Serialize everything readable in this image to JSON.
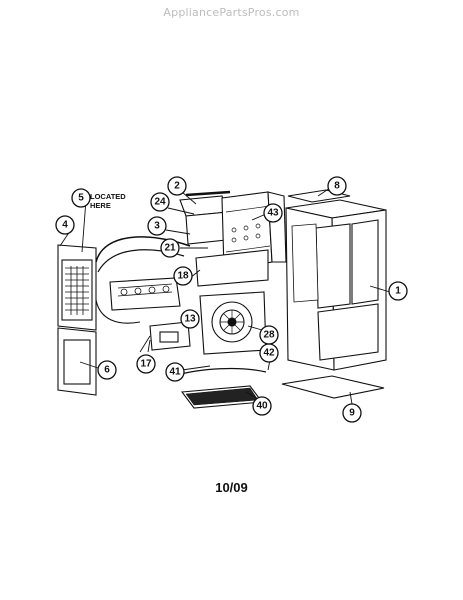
{
  "watermark": "AppliancePartsPros.com",
  "date_code": "10/09",
  "located_here_note": [
    "LOCATED",
    "HERE"
  ],
  "callouts": [
    {
      "id": "c2",
      "label": "2"
    },
    {
      "id": "c24",
      "label": "24"
    },
    {
      "id": "c3",
      "label": "3"
    },
    {
      "id": "c21",
      "label": "21"
    },
    {
      "id": "c18",
      "label": "18"
    },
    {
      "id": "c13",
      "label": "13"
    },
    {
      "id": "c17",
      "label": "17"
    },
    {
      "id": "c41",
      "label": "41"
    },
    {
      "id": "c40",
      "label": "40"
    },
    {
      "id": "c42",
      "label": "42"
    },
    {
      "id": "c28",
      "label": "28"
    },
    {
      "id": "c43",
      "label": "43"
    },
    {
      "id": "c8",
      "label": "8"
    },
    {
      "id": "c1",
      "label": "1"
    },
    {
      "id": "c9",
      "label": "9"
    },
    {
      "id": "c4",
      "label": "4"
    },
    {
      "id": "c5",
      "label": "5"
    },
    {
      "id": "c6",
      "label": "6"
    }
  ]
}
